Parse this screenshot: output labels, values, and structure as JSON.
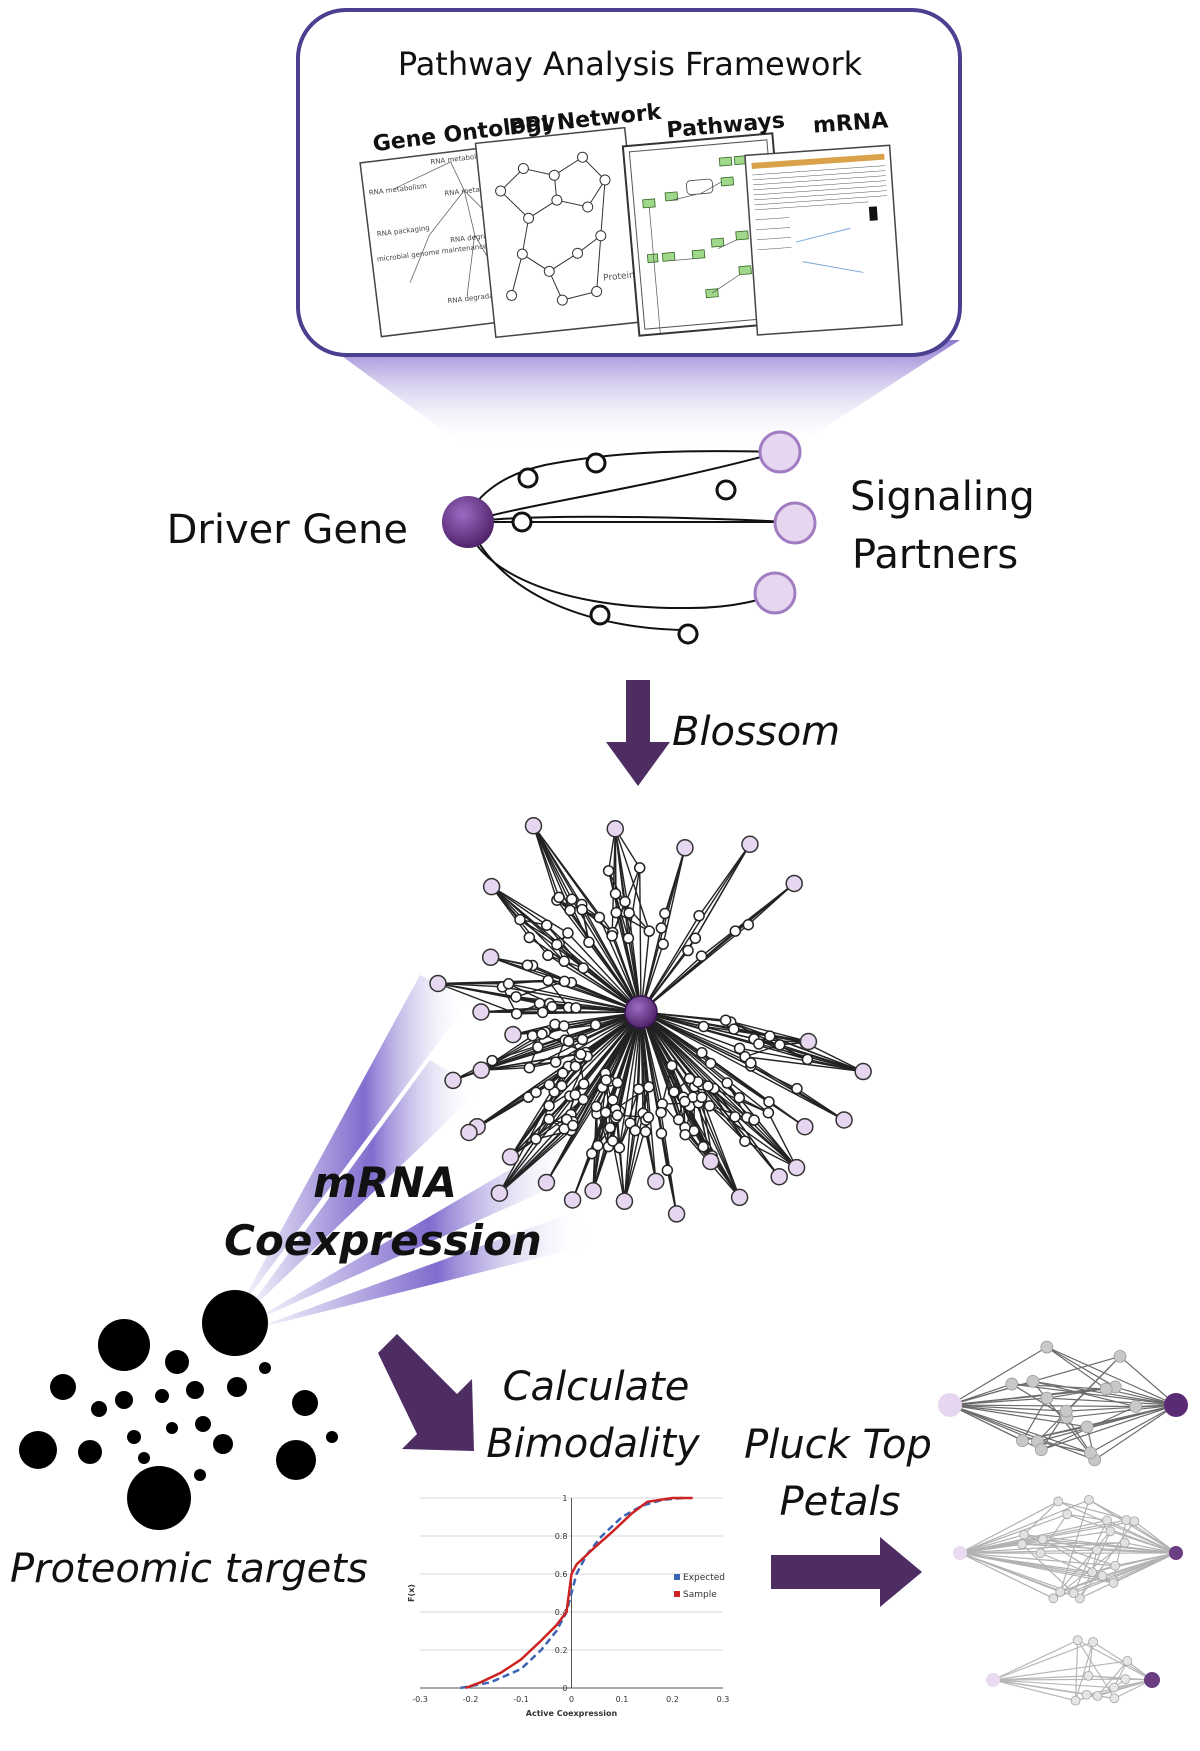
{
  "framework": {
    "title": "Pathway Analysis Framework",
    "panels": [
      "Gene Ontology",
      "PPI Network",
      "Pathways",
      "mRNA"
    ],
    "go_terms": [
      "RNA metabolism",
      "RNA metabolism",
      "RNA packaging",
      "RNA metabolism",
      "microbial genome maintenance",
      "RNA degradation",
      "RNA degradation"
    ],
    "ppi_caption": "Protein PPI"
  },
  "driver": {
    "label": "Driver Gene",
    "partners_label_1": "Signaling",
    "partners_label_2": "Partners"
  },
  "steps": {
    "blossom": "Blossom",
    "coexpression_1": "mRNA",
    "coexpression_2": "Coexpression",
    "bimodality_1": "Calculate",
    "bimodality_2": "Bimodality",
    "pluck_1": "Pluck Top",
    "pluck_2": "Petals",
    "targets": "Proteomic targets"
  },
  "colors": {
    "frame_border": "#4b3f8f",
    "driver_purple": "#5a2a73",
    "partner_lavender": "#e6d6ef",
    "arrow": "#4e2d63",
    "beam": "#6a4fc4",
    "expected_line": "#3c64b4",
    "sample_line": "#cc2222"
  },
  "chart_data": {
    "type": "line",
    "title": "",
    "xlabel": "Active Coexpression",
    "ylabel": "F(x)",
    "xlim": [
      -0.3,
      0.3
    ],
    "ylim": [
      0,
      1
    ],
    "x_ticks": [
      "-0.3",
      "-0.2",
      "-0.1",
      "0",
      "0.1",
      "0.2",
      "0.3"
    ],
    "y_ticks": [
      "0",
      "0.2",
      "0.4",
      "0.6",
      "0.8",
      "1"
    ],
    "legend_position": "right-middle",
    "series": [
      {
        "name": "Expected",
        "style": "dashed",
        "x": [
          -0.22,
          -0.16,
          -0.1,
          -0.06,
          -0.03,
          -0.01,
          0,
          0.01,
          0.03,
          0.06,
          0.1,
          0.14,
          0.18,
          0.22
        ],
        "y": [
          0.0,
          0.03,
          0.1,
          0.2,
          0.3,
          0.4,
          0.5,
          0.6,
          0.7,
          0.8,
          0.9,
          0.96,
          0.99,
          1.0
        ]
      },
      {
        "name": "Sample",
        "style": "solid",
        "x": [
          -0.21,
          -0.18,
          -0.14,
          -0.1,
          -0.06,
          -0.03,
          -0.01,
          0,
          0.01,
          0.03,
          0.05,
          0.08,
          0.1,
          0.12,
          0.15,
          0.2,
          0.24
        ],
        "y": [
          0.0,
          0.03,
          0.08,
          0.15,
          0.25,
          0.33,
          0.4,
          0.6,
          0.65,
          0.7,
          0.75,
          0.82,
          0.87,
          0.92,
          0.98,
          1.0,
          1.0
        ]
      }
    ]
  }
}
